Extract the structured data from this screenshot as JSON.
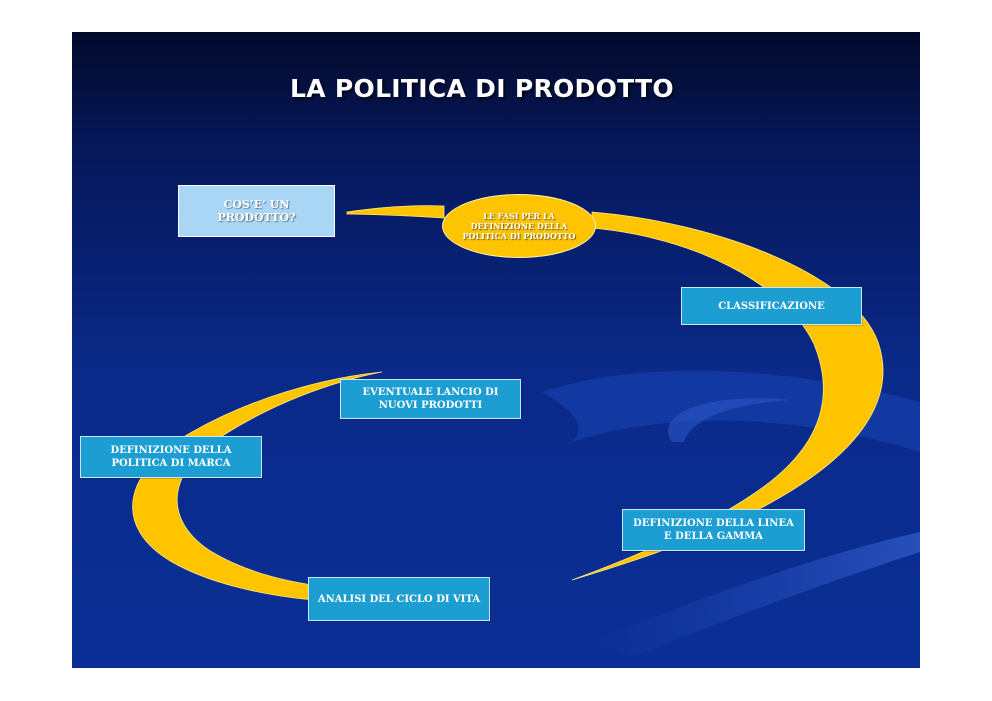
{
  "slide": {
    "title": "LA POLITICA DI PRODOTTO",
    "background_color": "#0b2f96",
    "accent_color": "#ffc400",
    "box_color": "#1c9ed2"
  },
  "diagram": {
    "intro_box": "COS’E’ UN PRODOTTO?",
    "center_ellipse": "LE FASI PER LA DEFINIZIONE DELLA POLITICA DI PRODOTTO",
    "steps": [
      "CLASSIFICAZIONE",
      "DEFINIZIONE DELLA LINEA E DELLA GAMMA",
      "ANALISI DEL CICLO DI VITA",
      "DEFINIZIONE DELLA POLITICA DI MARCA",
      "EVENTUALE LANCIO DI NUOVI PRODOTTI"
    ]
  }
}
